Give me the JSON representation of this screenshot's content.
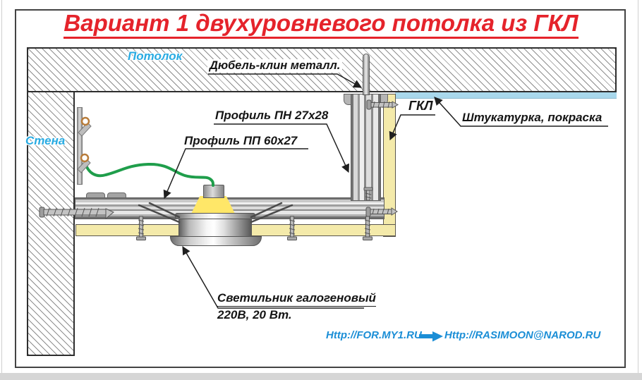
{
  "title": "Вариант 1 двухуровневого потолка из ГКЛ",
  "diagram_labels": {
    "ceiling": "Потолок",
    "wall": "Стена",
    "anchor": "Дюбель-клин металл.",
    "profile_pn": "Профиль ПН 27х28",
    "profile_pp": "Профиль ПП 60х27",
    "gkl": "ГКЛ",
    "plaster": "Штукатурка, покраска",
    "lamp_line1": "Светильник галогеновый",
    "lamp_line2": "220В, 20 Вт."
  },
  "footer": {
    "link1": "Http://FOR.MY1.RU",
    "link2": "Http://RASIMOON@NAROD.RU",
    "arrow_icon": "right-arrow"
  },
  "colors": {
    "title_red": "#e5232b",
    "label_cyan": "#29abe2",
    "link_blue": "#1b8ed6",
    "wire_green": "#1f9e4b",
    "gkl_yellow": "#f4eaaa",
    "plaster_blue": "#a9d8ec",
    "metal_gray": "#b9b9b9",
    "line_black": "#1f1f1f"
  }
}
